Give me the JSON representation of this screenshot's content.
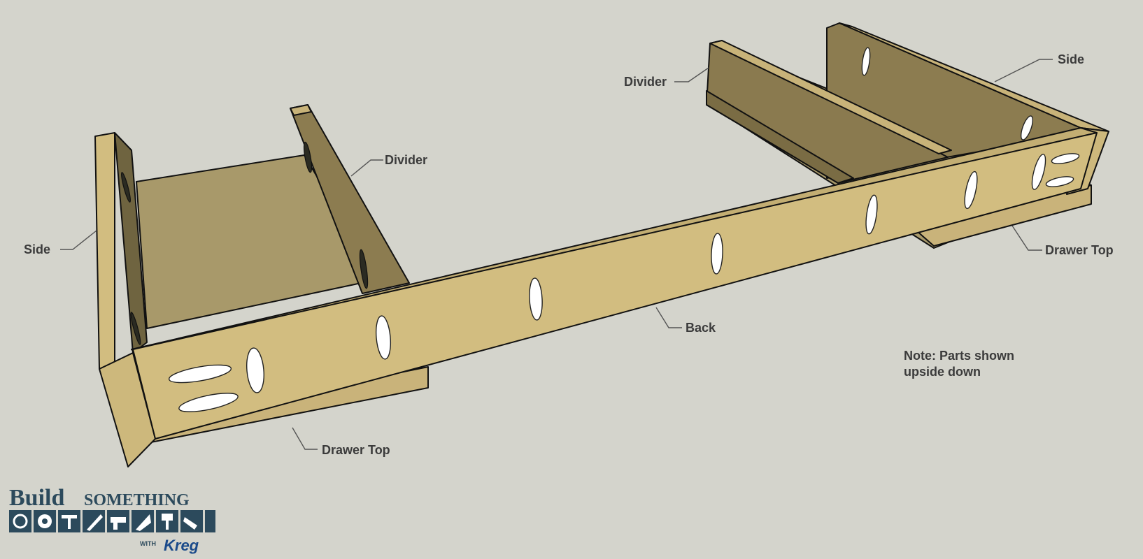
{
  "labels": {
    "side_left": "Side",
    "divider_left": "Divider",
    "divider_right": "Divider",
    "side_right": "Side",
    "back": "Back",
    "drawer_top_left": "Drawer Top",
    "drawer_top_right": "Drawer Top"
  },
  "note": {
    "line1": "Note: Parts shown",
    "line2": "upside down"
  },
  "logo": {
    "build": "Build",
    "something": "SOMETHING",
    "with": "WITH",
    "brand": "Kreg"
  },
  "colors": {
    "background": "#d4d4cc",
    "wood_light": "#d2bd80",
    "wood_mid": "#aa9968",
    "wood_dark": "#8c7c50",
    "logo_blue": "#2c4a5c"
  }
}
